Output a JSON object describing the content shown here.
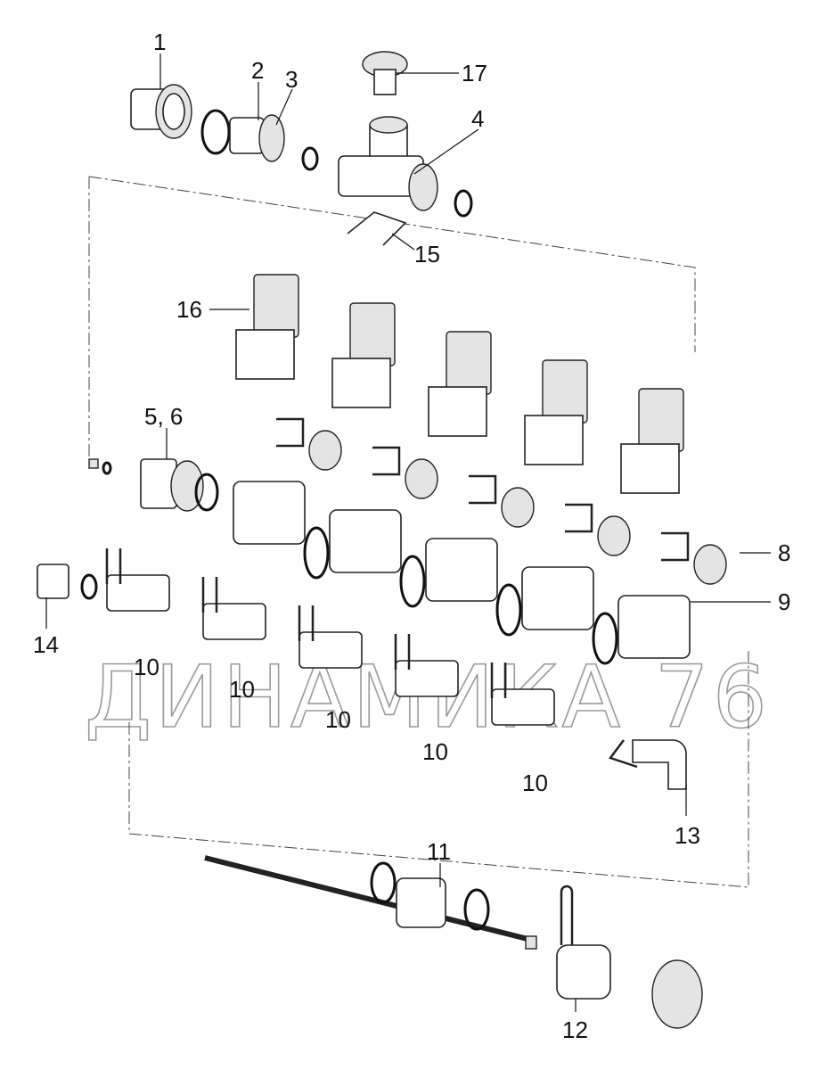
{
  "diagram": {
    "watermark": "ДИНАМИКА 76",
    "labels": {
      "l1": "1",
      "l2": "2",
      "l3": "3",
      "l17": "17",
      "l4": "4",
      "l15": "15",
      "l16": "16",
      "l56": "5, 6",
      "l8": "8",
      "l9": "9",
      "l14": "14",
      "l10": "10",
      "l13": "13",
      "l11": "11",
      "l12": "12"
    }
  }
}
